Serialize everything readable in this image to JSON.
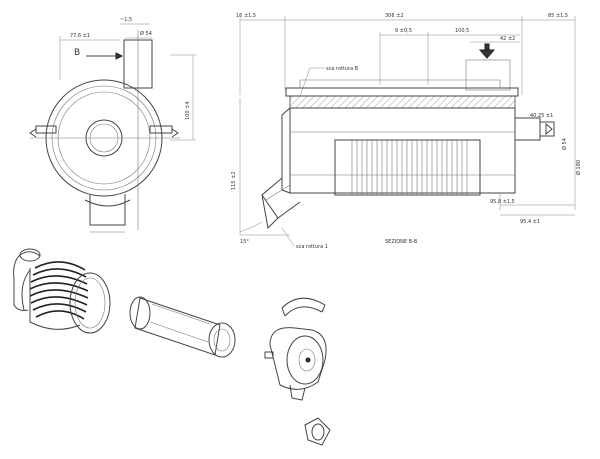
{
  "front_view": {
    "view_label": "B",
    "dim_left": "77,6 ±1",
    "dim_top": "~1,5",
    "dim_diameter": "Ø 54",
    "dim_right": "100 ±4"
  },
  "side_view": {
    "dim_top_left": "16 ±1,5",
    "dim_overall": "306 ±2",
    "dim_top_right": "85 ±1,5",
    "dim_a": "9 ±0,5",
    "dim_b": "100,5",
    "dim_c": "42 ±2",
    "label_scale_top": "sca rottura B",
    "label_scale_bottom": "sca rottura 1",
    "dim_outlet": "Ø 54",
    "dim_left_height": "115 ±2",
    "dim_right_height": "Ø 180",
    "dim_bottom_a": "95,8 ±1,5",
    "dim_bottom_b": "95,4 ±1",
    "dim_small": "40,25 ±1",
    "angle_label": "15°",
    "caption": "SEZIONE B-B"
  }
}
